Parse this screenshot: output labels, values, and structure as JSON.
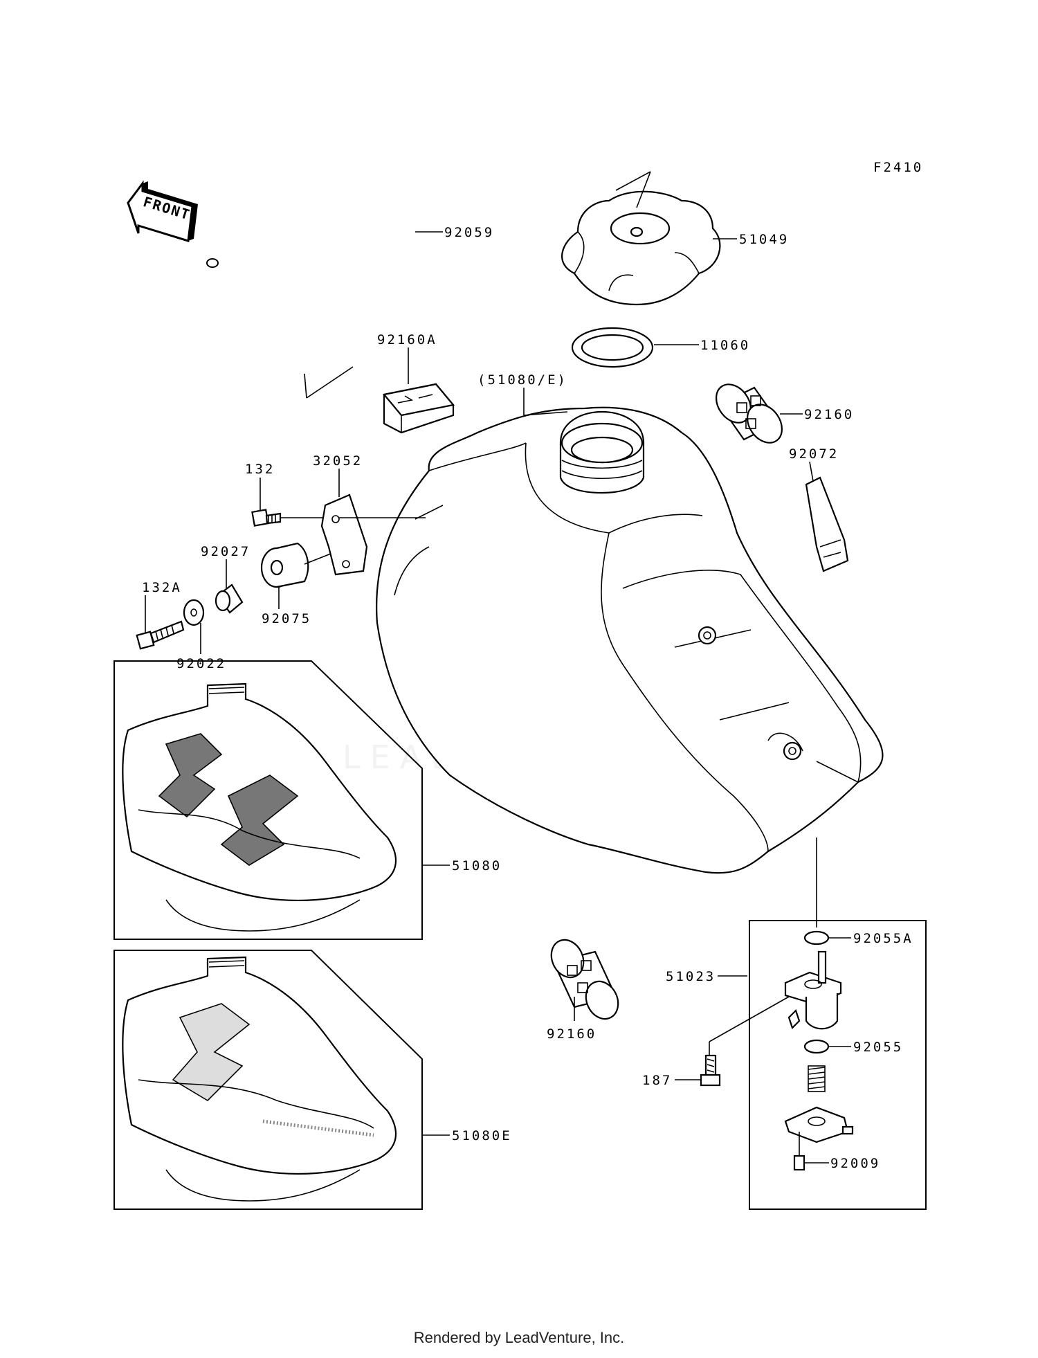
{
  "diagram_code": "F2410",
  "front_label": "FRONT",
  "watermark": "LEADVENTURE",
  "footer": "Rendered by LeadVenture, Inc.",
  "callouts": [
    "92059",
    "51049",
    "92160A",
    "11060",
    "(51080/E)",
    "92160",
    "92072",
    "132",
    "32052",
    "92027",
    "132A",
    "92075",
    "92022",
    "51080",
    "92055A",
    "51023",
    "92160",
    "92055",
    "187",
    "51080E",
    "92009"
  ]
}
